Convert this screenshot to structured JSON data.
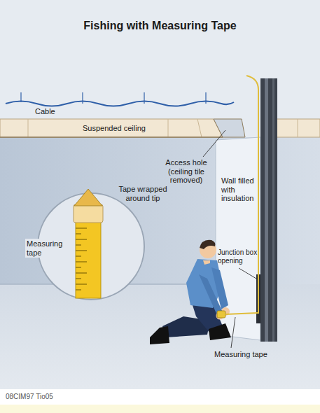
{
  "diagram": {
    "title": "Fishing with Measuring Tape",
    "labels": [
      "Cable",
      "Suspended ceiling",
      "Access hole (ceiling tile removed)",
      "Wall filled with insulation",
      "Junction box opening",
      "Measuring tape",
      "Tape wrapped around tip",
      "Measuring tape",
      "08CIM97 Tio05"
    ]
  }
}
